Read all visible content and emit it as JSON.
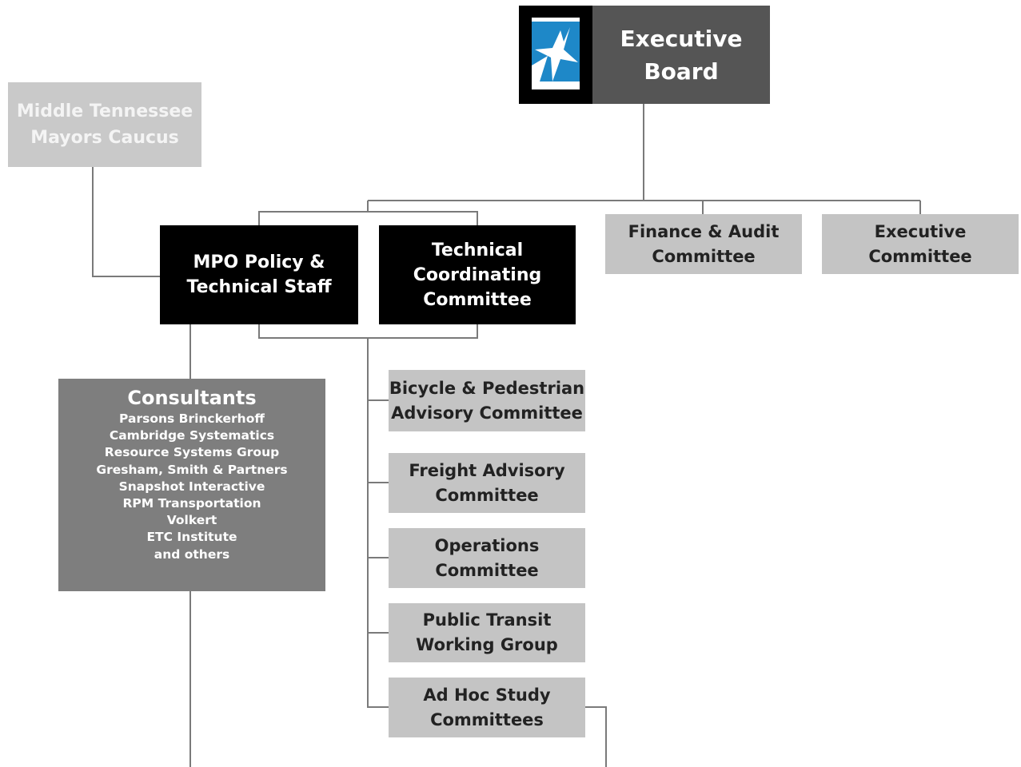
{
  "executive_board": {
    "lines": [
      "Executive",
      "Board"
    ]
  },
  "mayors_caucus": {
    "lines": [
      "Middle Tennessee",
      "Mayors Caucus"
    ]
  },
  "mpo_staff": {
    "lines": [
      "MPO Policy &",
      "Technical Staff"
    ]
  },
  "tcc": {
    "lines": [
      "Technical",
      "Coordinating",
      "Committee"
    ]
  },
  "finance_audit": {
    "lines": [
      "Finance & Audit",
      "Committee"
    ]
  },
  "executive_committee": {
    "lines": [
      "Executive",
      "Committee"
    ]
  },
  "consultants": {
    "title": "Consultants",
    "members": [
      "Parsons Brinckerhoff",
      "Cambridge Systematics",
      "Resource Systems Group",
      "Gresham, Smith & Partners",
      "Snapshot Interactive",
      "RPM Transportation",
      "Volkert",
      "ETC Institute",
      "and others"
    ]
  },
  "bike_ped": {
    "lines": [
      "Bicycle & Pedestrian",
      "Advisory Committee"
    ]
  },
  "freight": {
    "lines": [
      "Freight Advisory",
      "Committee"
    ]
  },
  "operations": {
    "lines": [
      "Operations",
      "Committee"
    ]
  },
  "transit": {
    "lines": [
      "Public Transit",
      "Working Group"
    ]
  },
  "ad_hoc": {
    "lines": [
      "Ad Hoc Study",
      "Committees"
    ]
  },
  "colors": {
    "executive_board": "#555555",
    "committee_gray": "#c4c4c4",
    "staff_black": "#000000",
    "consultants": "#7e7e7e",
    "logo_blue": "#1e88c8",
    "connector": "#7a7a7a"
  },
  "icons": {
    "logo": "star-logo-icon"
  }
}
